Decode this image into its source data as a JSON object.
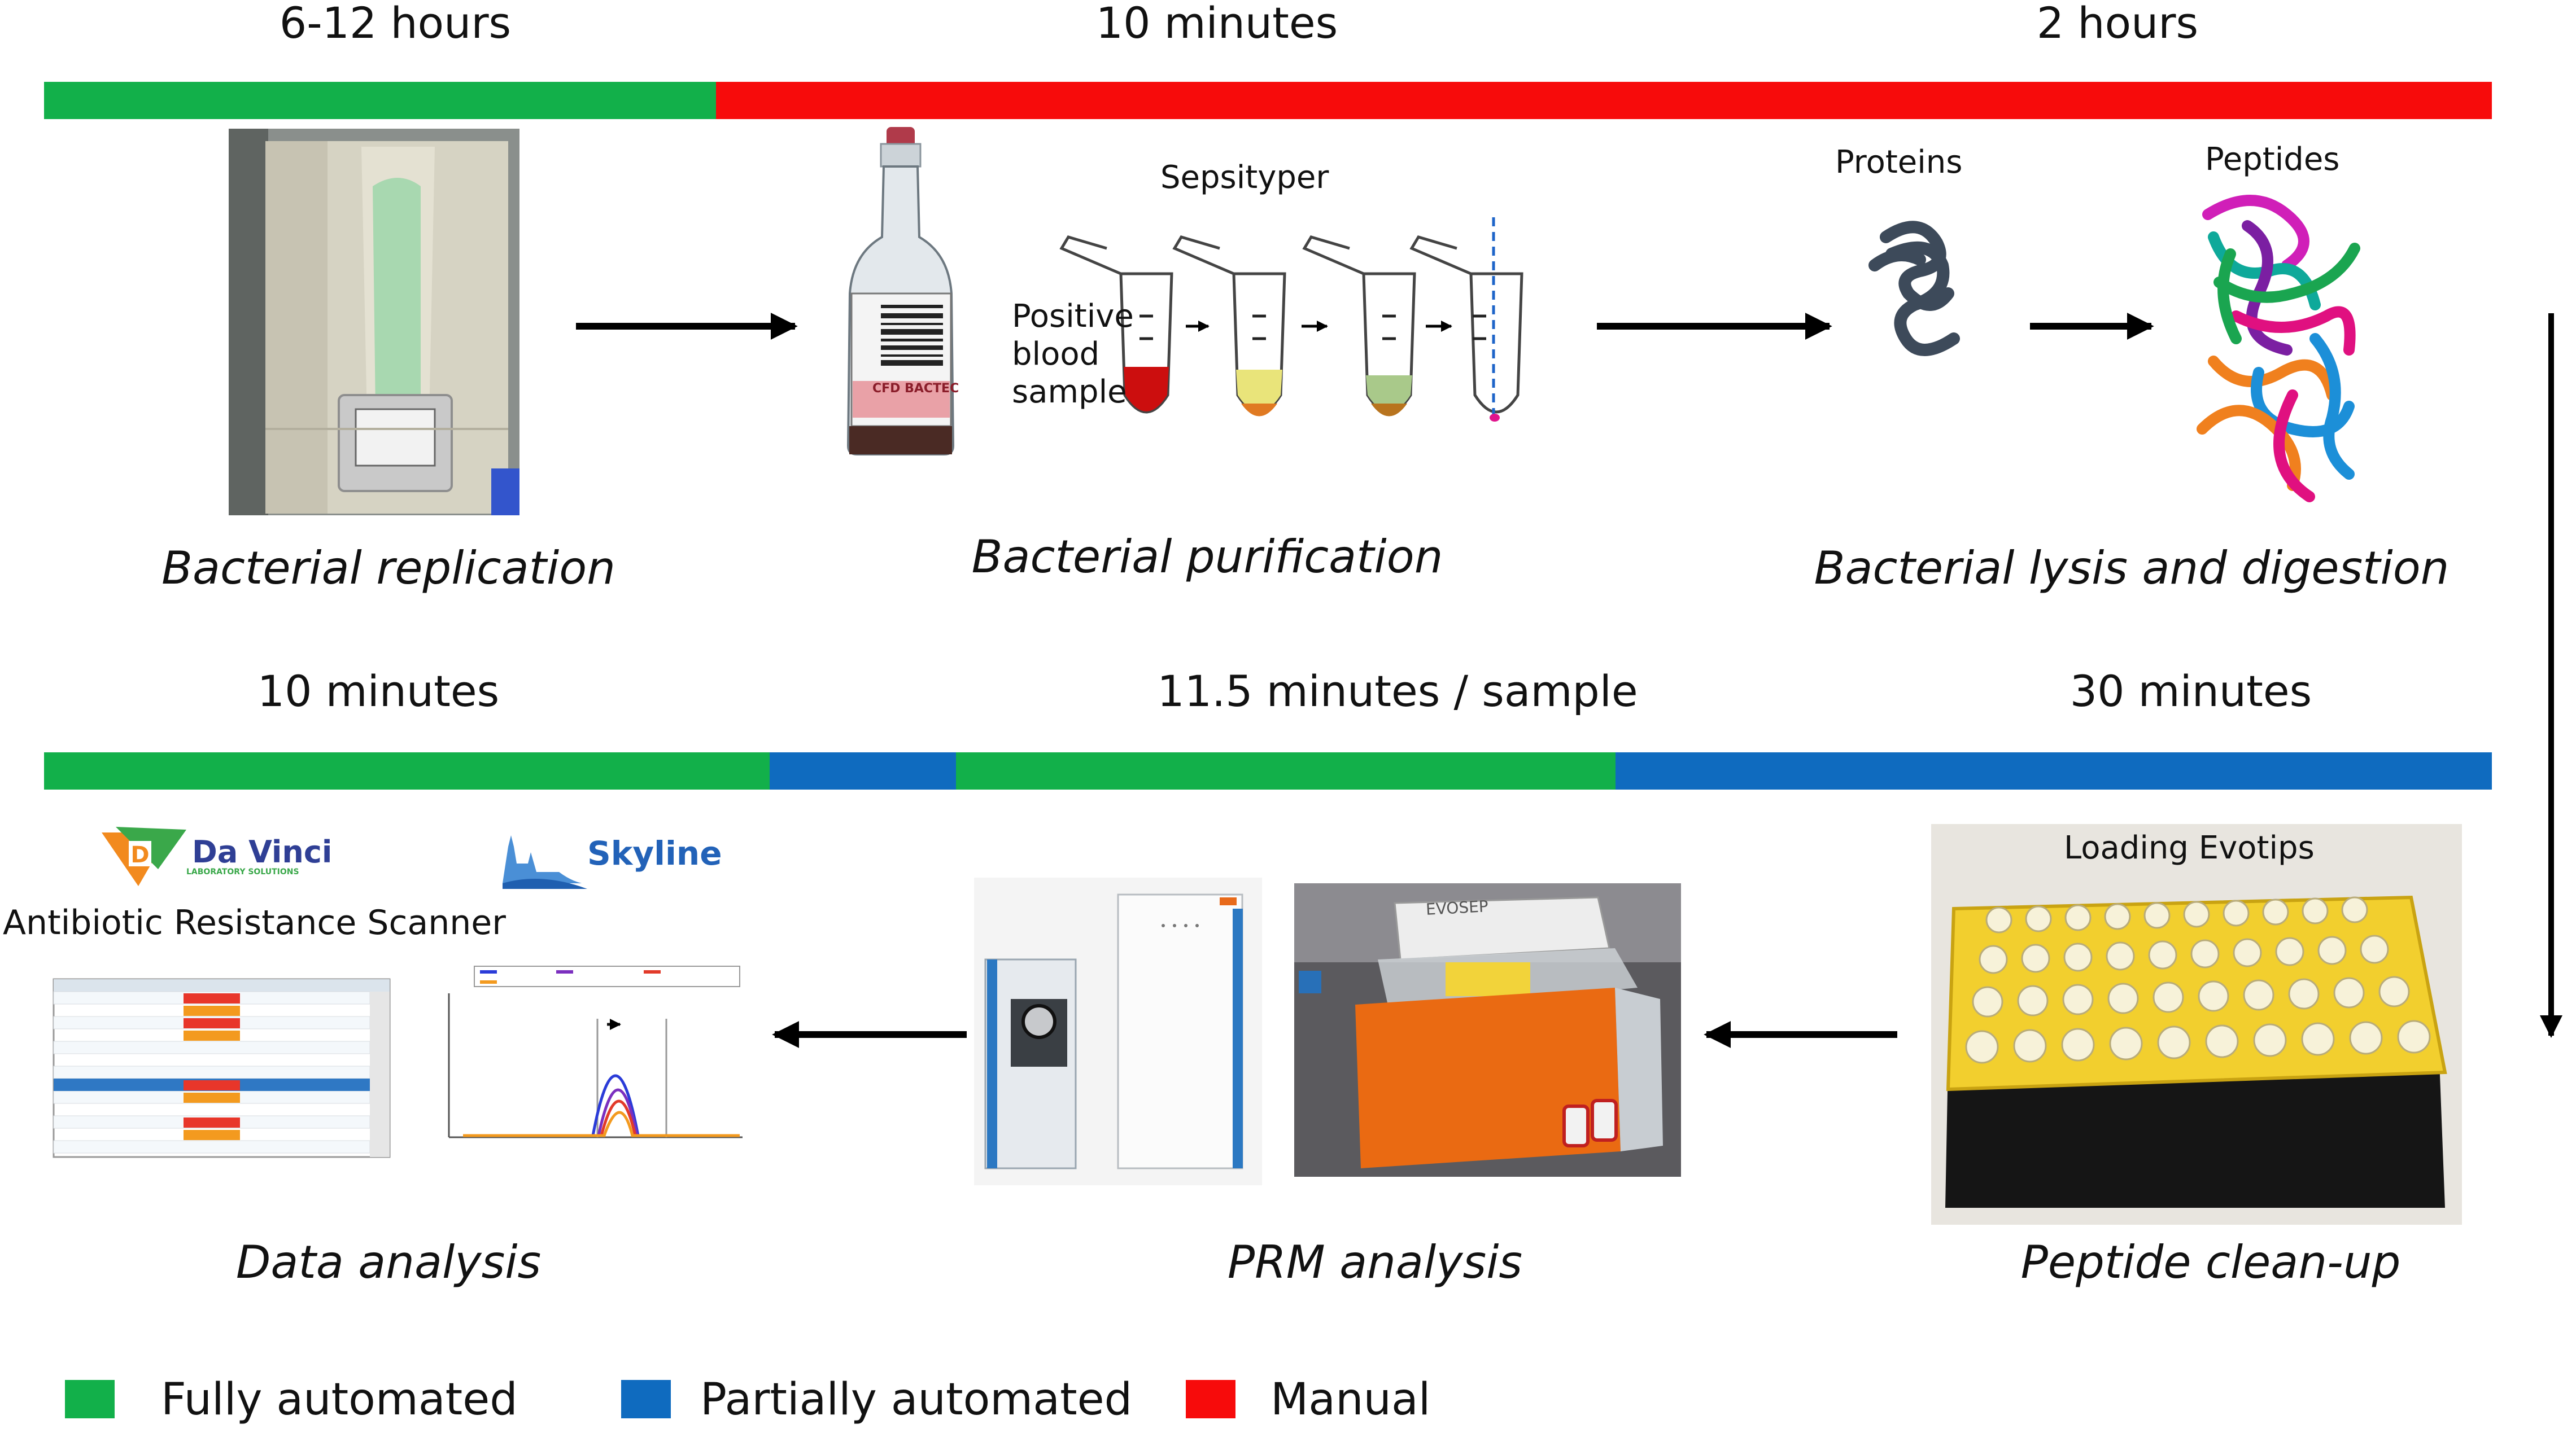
{
  "colors": {
    "fully_automated": "#12b04a",
    "partially_automated": "#0f6bbf",
    "manual": "#f70b0b"
  },
  "row1": {
    "durations": [
      "6-12 hours",
      "10 minutes",
      "2 hours"
    ],
    "steps": [
      "Bacterial replication",
      "Bacterial purification",
      "Bacterial lysis and digestion"
    ]
  },
  "row2": {
    "durations": [
      "10 minutes",
      "11.5 minutes / sample",
      "30 minutes"
    ],
    "steps": [
      "Data analysis",
      "PRM analysis",
      "Peptide clean-up"
    ]
  },
  "labels": {
    "sepsityper": "Sepsityper",
    "positive_blood_sample": [
      "Positive",
      "blood",
      "sample"
    ],
    "proteins": "Proteins",
    "peptides": "Peptides",
    "loading_evotips": "Loading Evotips",
    "davinci_name": "Da Vinci",
    "davinci_sub": "LABORATORY SOLUTIONS",
    "skyline": "Skyline",
    "scanner": "Antibiotic Resistance Scanner",
    "evosep": "EVOSEP",
    "bottle_label": "CFD BACTEC"
  },
  "legend": [
    {
      "label": "Fully automated",
      "color_key": "fully_automated"
    },
    {
      "label": "Partially automated",
      "color_key": "partially_automated"
    },
    {
      "label": "Manual",
      "color_key": "manual"
    }
  ]
}
